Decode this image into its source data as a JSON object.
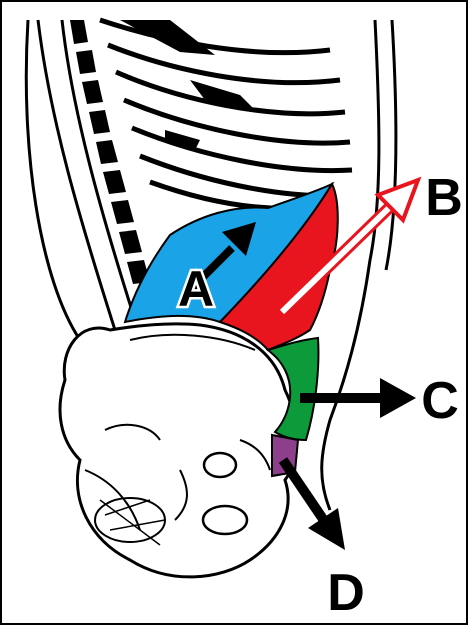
{
  "labels": {
    "a": "A",
    "b": "B",
    "c": "C",
    "d": "D"
  },
  "colors": {
    "region_a": "#1aa3e6",
    "region_b": "#e8141e",
    "region_c": "#0c9a3a",
    "region_d": "#8e3f8c",
    "outline": "#000000",
    "background": "#ffffff"
  }
}
